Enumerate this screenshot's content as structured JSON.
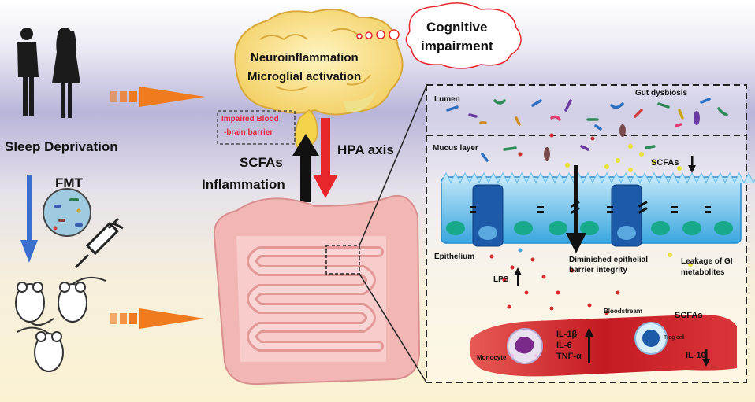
{
  "left": {
    "sleep_deprivation": "Sleep Deprivation",
    "fmt": "FMT"
  },
  "brain": {
    "neuroinflammation": "Neuroinflammation",
    "microglial": "Microglial  activation",
    "cognitive_line1": "Cognitive",
    "cognitive_line2": "impairment",
    "impaired_line1": "Impaired Blood",
    "impaired_line2": "-brain barrier"
  },
  "axis": {
    "scfas": "SCFAs",
    "inflammation": "Inflammation",
    "hpa": "HPA axis"
  },
  "panel": {
    "lumen": "Lumen",
    "gut_dysbiosis": "Gut dysbiosis",
    "mucus_layer": "Mucus layer",
    "scfas_down": "SCFAs",
    "epithelium": "Epithelium",
    "diminished_line1": "Diminished epithelial",
    "diminished_line2": "barrier integrity",
    "leakage_line1": "Leakage of GI",
    "leakage_line2": "metabolites",
    "lps": "LPS",
    "bloodstream": "Bloodstream",
    "scfas_blood": "SCFAs",
    "il1b": "IL-1β",
    "il6": "IL-6",
    "tnfa": "TNF-α",
    "monocyte": "Monocyte",
    "treg": "Treg cell",
    "il10": "IL-10"
  },
  "colors": {
    "arrow_orange": "#f07a1e",
    "arrow_blue": "#3a6fd0",
    "arrow_red": "#e8262c",
    "impaired_text": "#e8263c",
    "gut_pink": "#f2b6b4",
    "epithelium_blue": "#4fb6e8",
    "blood_red": "#c81e24"
  }
}
